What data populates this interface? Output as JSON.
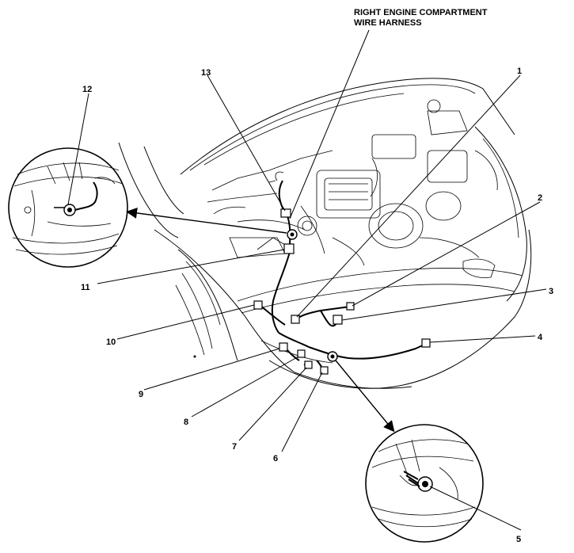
{
  "title": {
    "line1": "RIGHT ENGINE COMPARTMENT",
    "line2": "WIRE HARNESS"
  },
  "callouts": {
    "c1": "1",
    "c2": "2",
    "c3": "3",
    "c4": "4",
    "c5": "5",
    "c6": "6",
    "c7": "7",
    "c8": "8",
    "c9": "9",
    "c10": "10",
    "c11": "11",
    "c12": "12",
    "c13": "13"
  }
}
